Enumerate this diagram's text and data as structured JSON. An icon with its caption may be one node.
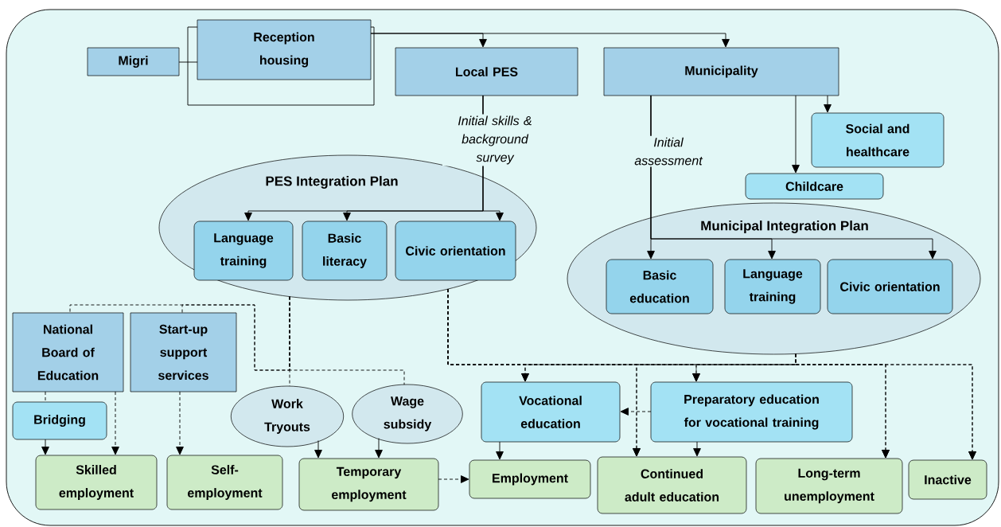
{
  "diagram": {
    "nodes": [
      {
        "text": [
          "Migri"
        ]
      },
      {
        "text": [
          "Reception housing"
        ]
      },
      {
        "text": [
          "Local PES"
        ]
      },
      {
        "text": [
          "Municipality"
        ]
      },
      {
        "text": [
          "Social and healthcare"
        ]
      },
      {
        "text": [
          "Childcare"
        ]
      },
      {
        "text": [
          "PES Integration Plan"
        ]
      },
      {
        "text": [
          "Language training"
        ],
        "in": 6
      },
      {
        "text": [
          "Basic literacy"
        ],
        "in": 6
      },
      {
        "text": [
          "Civic orientation"
        ],
        "in": 6
      },
      {
        "text": [
          "Municipal Integration Plan"
        ]
      },
      {
        "text": [
          "Basic education"
        ],
        "in": 10
      },
      {
        "text": [
          "Language training"
        ],
        "in": 10
      },
      {
        "text": [
          "Civic orientation"
        ],
        "in": 10
      },
      {
        "text": [
          "National Board of Education"
        ]
      },
      {
        "text": [
          "Start-up support services"
        ]
      },
      {
        "text": [
          "Bridging"
        ]
      },
      {
        "text": [
          "Work Tryouts"
        ]
      },
      {
        "text": [
          "Wage subsidy"
        ]
      },
      {
        "text": [
          "Vocational education"
        ]
      },
      {
        "text": [
          "Preparatory education for vocational training"
        ]
      },
      {
        "text": [
          "Skilled employment"
        ]
      },
      {
        "text": [
          "Self-employment"
        ]
      },
      {
        "text": [
          "Temporary employment"
        ]
      },
      {
        "text": [
          "Employment"
        ]
      },
      {
        "text": [
          "Continued adult education"
        ]
      },
      {
        "text": [
          "Long-term unemployment"
        ]
      },
      {
        "text": [
          "Inactive"
        ]
      }
    ],
    "edges": [
      {
        "from": 0,
        "to": 1,
        "arrow": "none"
      },
      {
        "from": 1,
        "to": 2,
        "arrow": "to"
      },
      {
        "from": 1,
        "to": 3,
        "arrow": "to"
      },
      {
        "from": 2,
        "to": 7,
        "arrow": "to"
      },
      {
        "from": 2,
        "to": 8,
        "arrow": "to"
      },
      {
        "from": 2,
        "to": 9,
        "arrow": "to",
        "label": "Initial skills & background survey"
      },
      {
        "from": 3,
        "to": 11,
        "arrow": "to",
        "label": "Initial assessment"
      },
      {
        "from": 3,
        "to": 12,
        "arrow": "to"
      },
      {
        "from": 3,
        "to": 13,
        "arrow": "to"
      },
      {
        "from": 3,
        "to": 5,
        "arrow": "to"
      },
      {
        "from": 3,
        "to": 4,
        "arrow": "to"
      },
      {
        "from": 6,
        "to": 14,
        "arrow": "none",
        "style": "dashed"
      },
      {
        "from": 6,
        "to": 15,
        "arrow": "none",
        "style": "dashed"
      },
      {
        "from": 6,
        "to": 17,
        "arrow": "none",
        "style": "dashed"
      },
      {
        "from": 6,
        "to": 18,
        "arrow": "none",
        "style": "dashed"
      },
      {
        "from": 14,
        "to": 16,
        "arrow": "none",
        "style": "dashed"
      },
      {
        "from": 16,
        "to": 21,
        "arrow": "to"
      },
      {
        "from": 14,
        "to": 21,
        "arrow": "to",
        "style": "dashed"
      },
      {
        "from": 15,
        "to": 22,
        "arrow": "to",
        "style": "dashed"
      },
      {
        "from": 17,
        "to": 23,
        "arrow": "to"
      },
      {
        "from": 18,
        "to": 23,
        "arrow": "to"
      },
      {
        "from": 23,
        "to": 24,
        "arrow": "to",
        "style": "dashed"
      },
      {
        "from": 19,
        "to": 24,
        "arrow": "to"
      },
      {
        "from": 20,
        "to": 19,
        "arrow": "to",
        "style": "dashed"
      },
      {
        "from": 20,
        "to": 25,
        "arrow": "to"
      },
      {
        "from": 6,
        "to": 19,
        "arrow": "to",
        "style": "dashed"
      },
      {
        "from": 6,
        "to": 20,
        "arrow": "to",
        "style": "dashed"
      },
      {
        "from": 6,
        "to": 25,
        "arrow": "to",
        "style": "dashed"
      },
      {
        "from": 6,
        "to": 26,
        "arrow": "to",
        "style": "dashed"
      },
      {
        "from": 6,
        "to": 27,
        "arrow": "to",
        "style": "dashed"
      },
      {
        "from": 10,
        "to": 19,
        "arrow": "to",
        "style": "dashed"
      },
      {
        "from": 10,
        "to": 20,
        "arrow": "to",
        "style": "dashed"
      },
      {
        "from": 10,
        "to": 25,
        "arrow": "to",
        "style": "dashed"
      },
      {
        "from": 10,
        "to": 26,
        "arrow": "to",
        "style": "dashed"
      },
      {
        "from": 10,
        "to": 27,
        "arrow": "to",
        "style": "dashed"
      }
    ]
  }
}
